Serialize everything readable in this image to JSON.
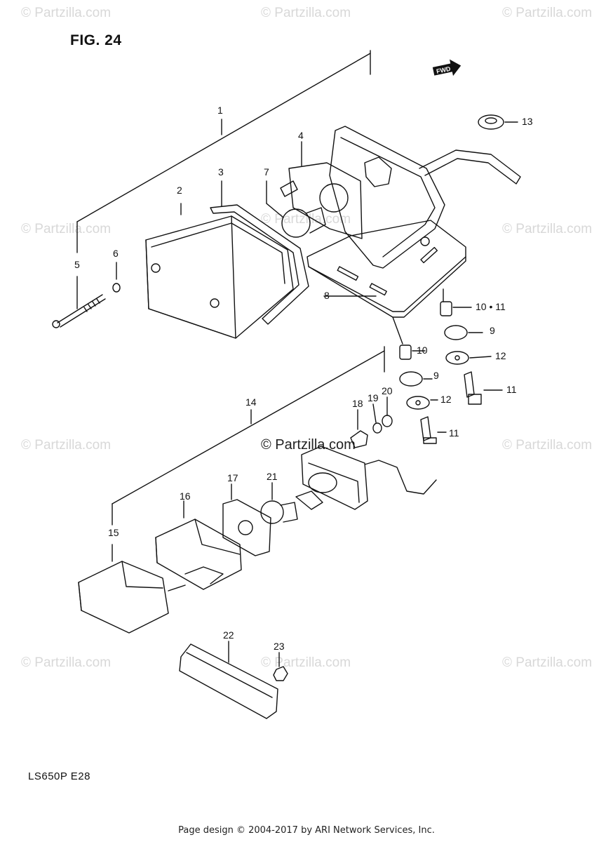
{
  "figure": {
    "title": "FIG. 24",
    "model_code": "LS650P  E28"
  },
  "footer": {
    "text": "Page design © 2004-2017 by ARI Network Services, Inc."
  },
  "watermark": {
    "text": "© Partzilla.com",
    "color": "#d8d8d8"
  },
  "fwd_badge": {
    "text": "FWD"
  },
  "callouts": [
    {
      "id": "c1",
      "label": "1"
    },
    {
      "id": "c2",
      "label": "2"
    },
    {
      "id": "c3",
      "label": "3"
    },
    {
      "id": "c4",
      "label": "4"
    },
    {
      "id": "c5",
      "label": "5"
    },
    {
      "id": "c6",
      "label": "6"
    },
    {
      "id": "c7",
      "label": "7"
    },
    {
      "id": "c8",
      "label": "8"
    },
    {
      "id": "c9a",
      "label": "9"
    },
    {
      "id": "c9b",
      "label": "9"
    },
    {
      "id": "c10a",
      "label": "10 • 11"
    },
    {
      "id": "c10b",
      "label": "10"
    },
    {
      "id": "c11a",
      "label": "11"
    },
    {
      "id": "c11b",
      "label": "11"
    },
    {
      "id": "c12a",
      "label": "12"
    },
    {
      "id": "c12b",
      "label": "12"
    },
    {
      "id": "c13",
      "label": "13"
    },
    {
      "id": "c14",
      "label": "14"
    },
    {
      "id": "c15",
      "label": "15"
    },
    {
      "id": "c16",
      "label": "16"
    },
    {
      "id": "c17",
      "label": "17"
    },
    {
      "id": "c18",
      "label": "18"
    },
    {
      "id": "c19",
      "label": "19"
    },
    {
      "id": "c20",
      "label": "20"
    },
    {
      "id": "c21",
      "label": "21"
    },
    {
      "id": "c22",
      "label": "22"
    },
    {
      "id": "c23",
      "label": "23"
    }
  ]
}
